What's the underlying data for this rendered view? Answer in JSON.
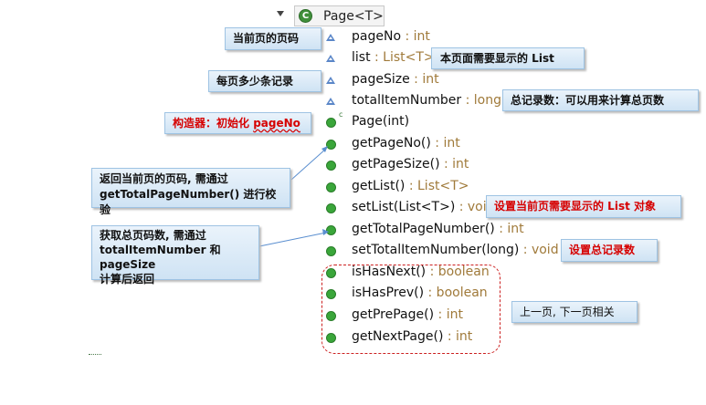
{
  "class_name": "Page<T>",
  "class_icon": "C",
  "members": [
    {
      "name": "pageNo",
      "type": " : int",
      "icon": "protected-field-icon"
    },
    {
      "name": "list",
      "type": " : List<T>",
      "icon": "protected-field-icon"
    },
    {
      "name": "pageSize",
      "type": " : int",
      "icon": "protected-field-icon"
    },
    {
      "name": "totalItemNumber",
      "type": " : long",
      "icon": "protected-field-icon"
    },
    {
      "name": "Page(int)",
      "type": "",
      "icon": "public-constructor-icon"
    },
    {
      "name": "getPageNo()",
      "type": " : int",
      "icon": "public-method-icon"
    },
    {
      "name": "getPageSize()",
      "type": " : int",
      "icon": "public-method-icon"
    },
    {
      "name": "getList()",
      "type": " : List<T>",
      "icon": "public-method-icon"
    },
    {
      "name": "setList(List<T>)",
      "type": " : void",
      "icon": "public-method-icon"
    },
    {
      "name": "getTotalPageNumber()",
      "type": " : int",
      "icon": "public-method-icon"
    },
    {
      "name": "setTotalItemNumber(long)",
      "type": " : void",
      "icon": "public-method-icon"
    },
    {
      "name": "isHasNext()",
      "type": " : boolean",
      "icon": "public-method-icon"
    },
    {
      "name": "isHasPrev()",
      "type": " : boolean",
      "icon": "public-method-icon"
    },
    {
      "name": "getPrePage()",
      "type": " : int",
      "icon": "public-method-icon"
    },
    {
      "name": "getNextPage()",
      "type": " : int",
      "icon": "public-method-icon"
    }
  ],
  "annotations": {
    "current_page": "当前页的页码",
    "list_desc": "本页面需要显示的 List",
    "page_size": "每页多少条记录",
    "total_records": "总记录数：可以用来计算总页数",
    "constructor_prefix": "构造器：初始化 ",
    "constructor_param": "pageNo",
    "get_page_no_line1": "返回当前页的页码, 需通过",
    "get_page_no_line2": "getTotalPageNumber() 进行校验",
    "total_pages_line1": "获取总页码数, 需通过",
    "total_pages_line2": "totalItemNumber 和 pageSize",
    "total_pages_line3": "计算后返回",
    "set_list": "设置当前页需要显示的 List 对象",
    "set_total": "设置总记录数",
    "prev_next": "上一页, 下一页相关"
  },
  "colors": {
    "method_icon": "#3aa63a",
    "field_icon": "#5a86c8",
    "type_text": "#a07a3a",
    "callout_bg": "#dbeaf7",
    "red_text": "#d60000",
    "dashed_border": "#cc2020"
  }
}
